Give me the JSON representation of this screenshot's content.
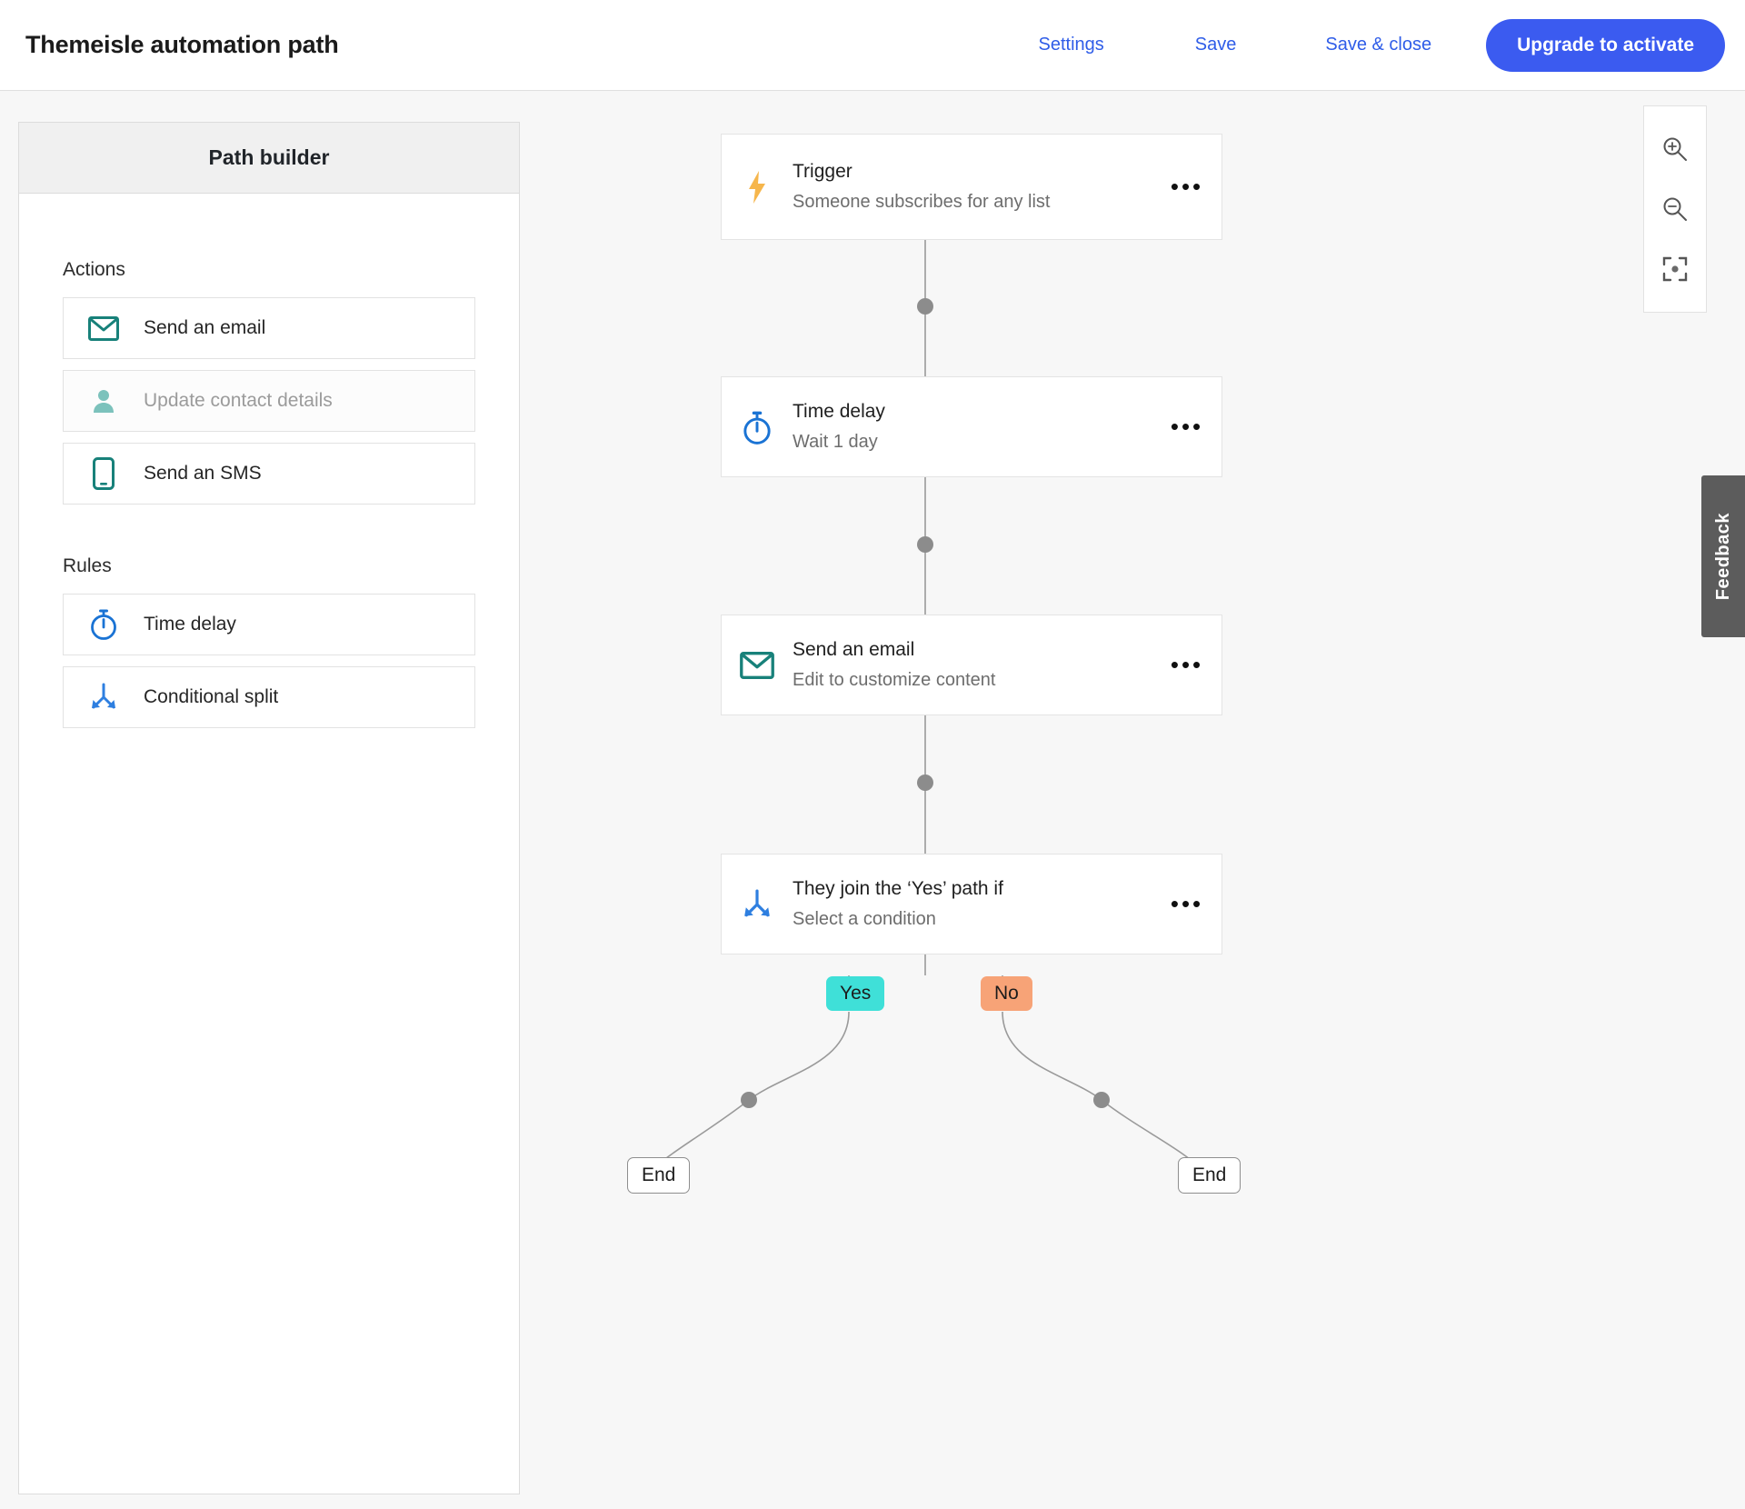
{
  "header": {
    "title": "Themeisle automation path",
    "nav": [
      {
        "label": "Settings",
        "name": "settings-link"
      },
      {
        "label": "Save",
        "name": "save-link"
      },
      {
        "label": "Save & close",
        "name": "save-and-close-link"
      }
    ],
    "primary_button": "Upgrade to activate",
    "accent_color": "#3b5bf0",
    "link_color": "#2f5de8"
  },
  "sidebar": {
    "panel_title": "Path builder",
    "groups": [
      {
        "label": "Actions",
        "items": [
          {
            "label": "Send an email",
            "icon": "envelope-icon",
            "color": "#18817a",
            "disabled": false
          },
          {
            "label": "Update contact details",
            "icon": "person-icon",
            "color": "#7cc2bc",
            "disabled": true
          },
          {
            "label": "Send an SMS",
            "icon": "mobile-phone-icon",
            "color": "#18817a",
            "disabled": false
          }
        ]
      },
      {
        "label": "Rules",
        "items": [
          {
            "label": "Time delay",
            "icon": "stopwatch-icon",
            "color": "#1a73d4",
            "disabled": false
          },
          {
            "label": "Conditional split",
            "icon": "branch-split-icon",
            "color": "#2e7fe0",
            "disabled": false
          }
        ]
      }
    ]
  },
  "flow": {
    "nodes": [
      {
        "name": "trigger-node",
        "title": "Trigger",
        "subtitle": "Someone subscribes for any list",
        "icon": "lightning-bolt-icon",
        "icon_color": "#f6b64c",
        "menu": "•••"
      },
      {
        "name": "time-delay-node",
        "title": "Time delay",
        "subtitle": "Wait 1 day",
        "icon": "stopwatch-icon",
        "icon_color": "#1a73d4",
        "menu": "•••"
      },
      {
        "name": "send-email-node",
        "title": "Send an email",
        "subtitle": "Edit to customize content",
        "icon": "envelope-icon",
        "icon_color": "#18817a",
        "menu": "•••"
      },
      {
        "name": "conditional-split-node",
        "title": "They join the ‘Yes’ path if",
        "subtitle": "Select a condition",
        "icon": "branch-split-icon",
        "icon_color": "#2e7fe0",
        "menu": "•••"
      }
    ],
    "branches": [
      {
        "label": "Yes",
        "color": "#3fe0d8"
      },
      {
        "label": "No",
        "color": "#f7a377"
      }
    ],
    "end_nodes": [
      {
        "label": "End"
      },
      {
        "label": "End"
      }
    ],
    "connector_color": "#8c8c8c"
  },
  "zoom_controls": [
    {
      "name": "zoom-in-button",
      "icon": "magnifier-plus-icon"
    },
    {
      "name": "zoom-out-button",
      "icon": "magnifier-minus-icon"
    },
    {
      "name": "fit-to-screen-button",
      "icon": "focus-target-icon"
    }
  ],
  "feedback": {
    "label": "Feedback",
    "color": "#5c5c5c"
  }
}
